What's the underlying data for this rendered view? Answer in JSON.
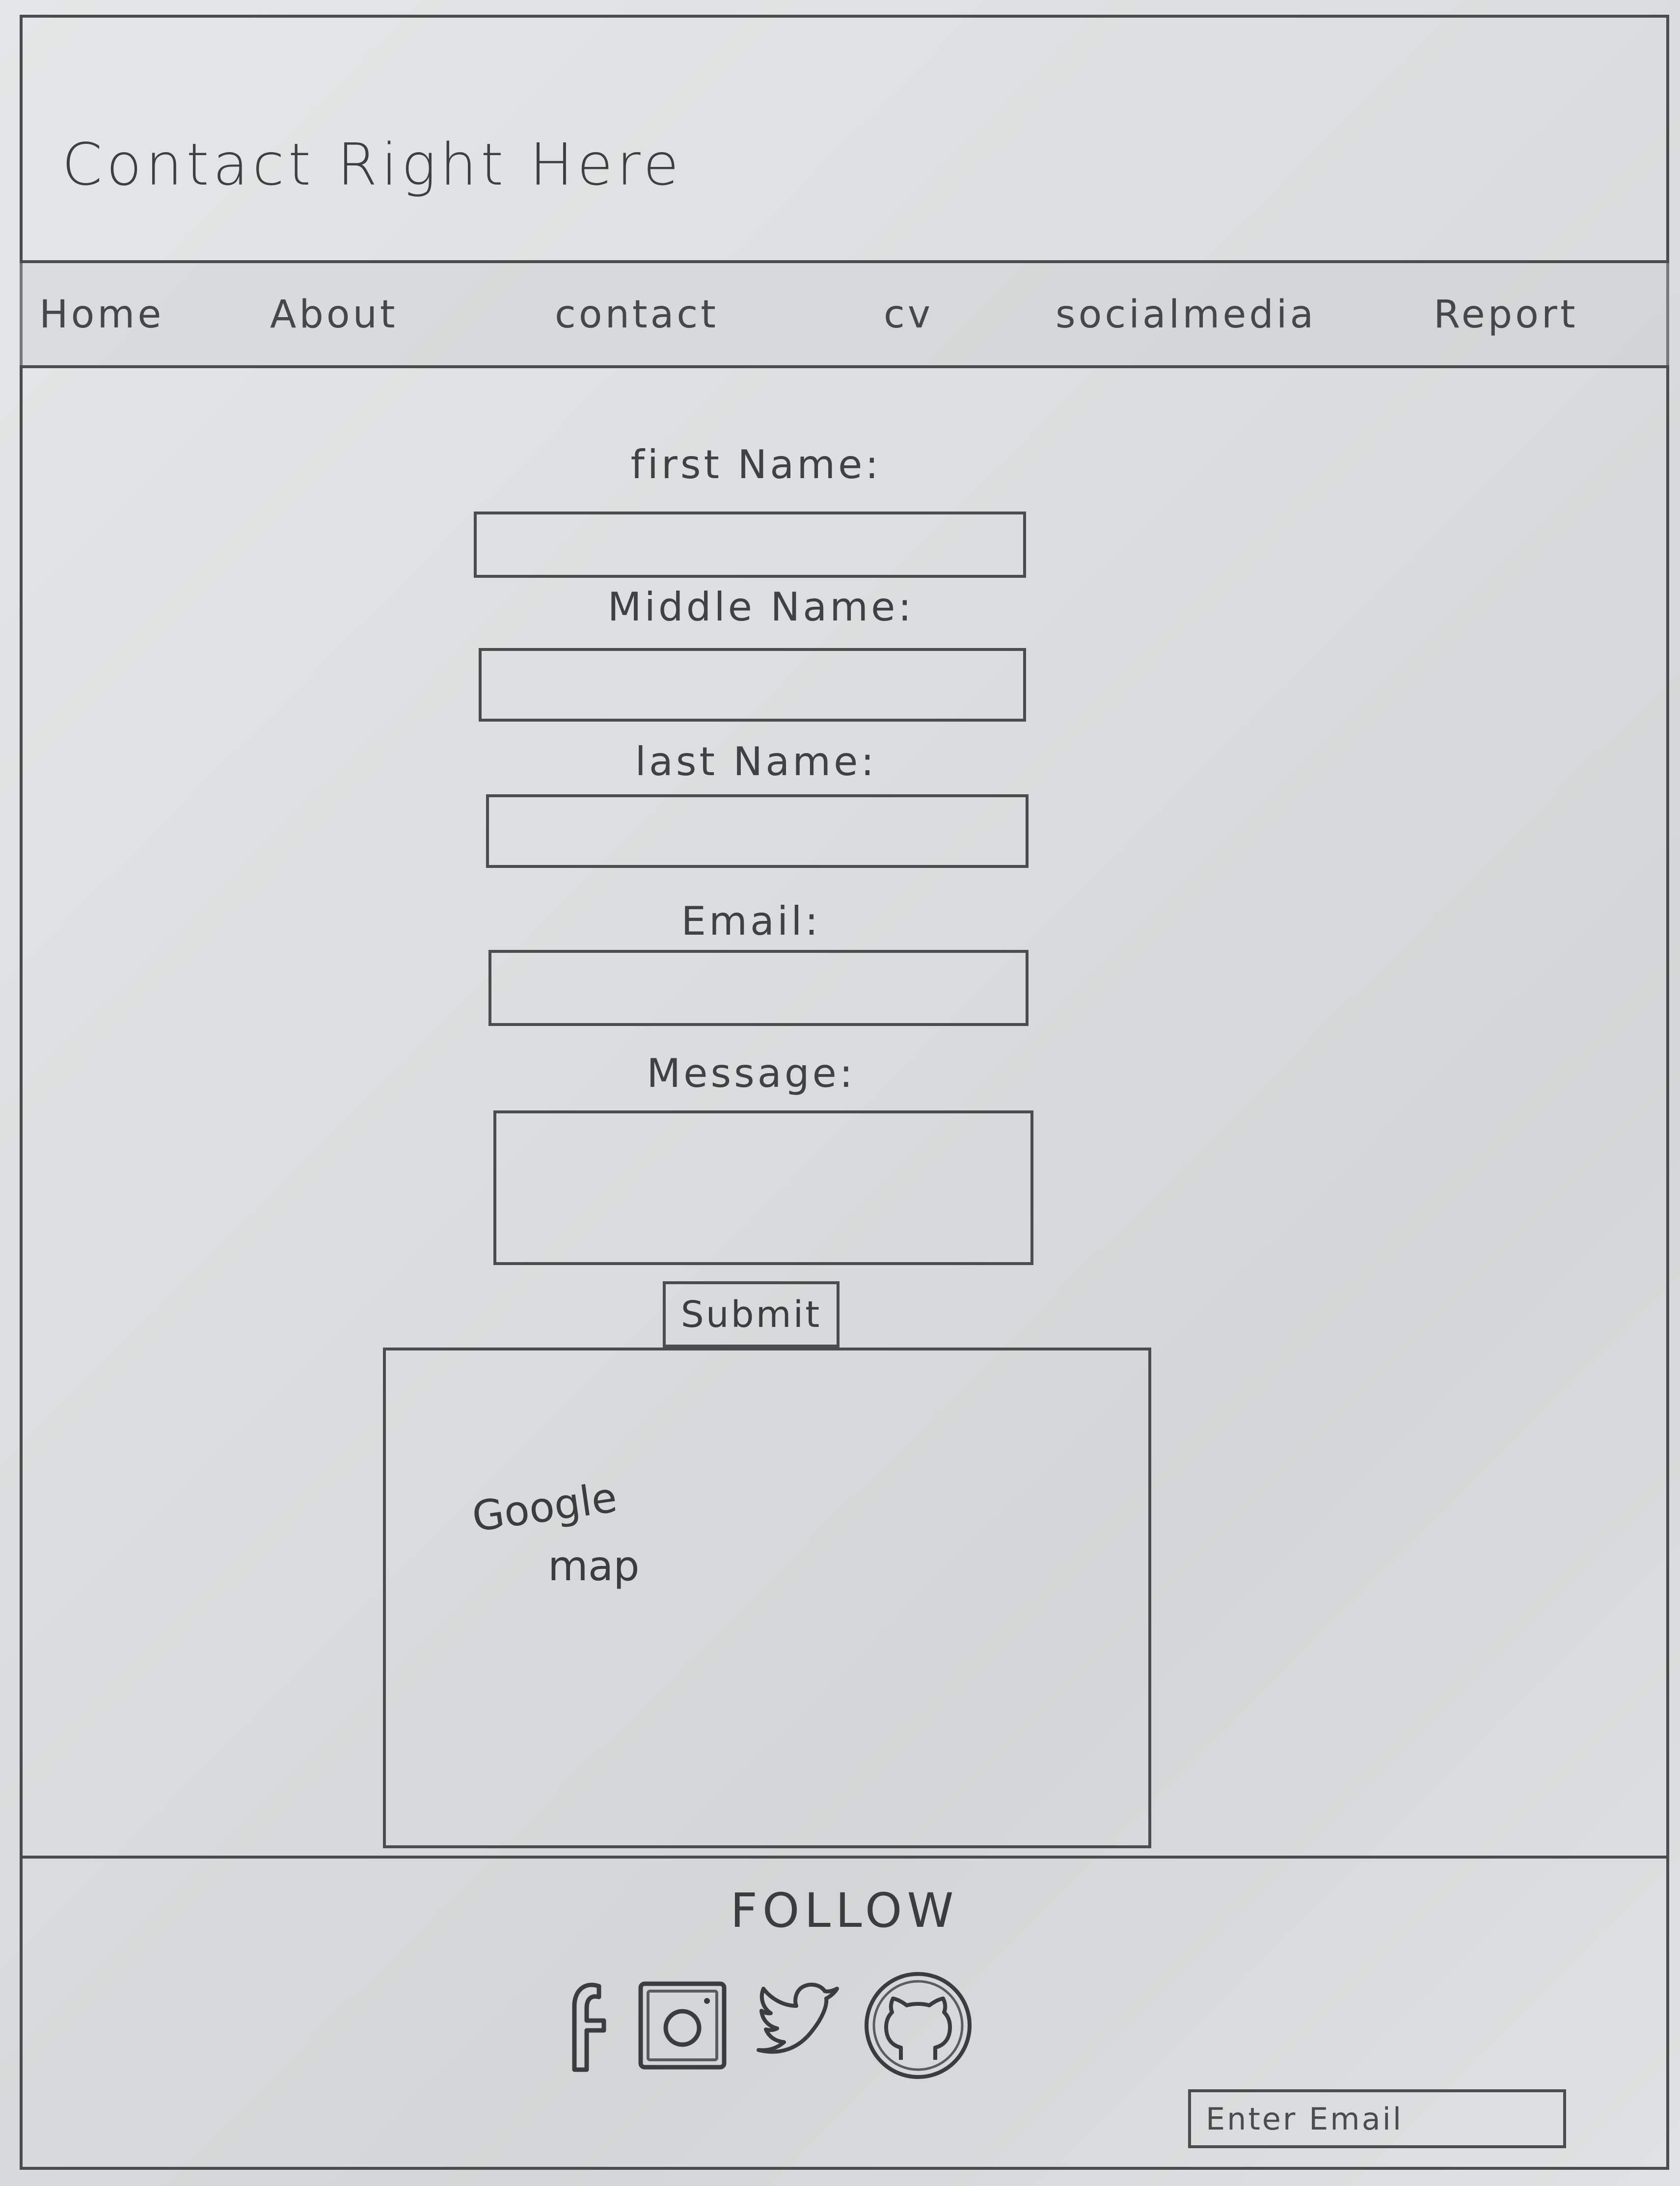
{
  "header": {
    "title": "Contact Right Here"
  },
  "nav": {
    "items": [
      {
        "label": "Home"
      },
      {
        "label": "About"
      },
      {
        "label": "contact"
      },
      {
        "label": "cv"
      },
      {
        "label": "socialmedia"
      },
      {
        "label": "Report"
      }
    ]
  },
  "form": {
    "first_name_label": "first Name:",
    "middle_name_label": "Middle Name:",
    "last_name_label": "last Name:",
    "email_label": "Email:",
    "message_label": "Message:",
    "submit_label": "Submit"
  },
  "map": {
    "label_line1": "Google",
    "label_line2": "map"
  },
  "footer": {
    "follow_title": "FOLLOW",
    "social_icons": [
      "facebook-icon",
      "instagram-icon",
      "twitter-icon",
      "github-icon"
    ],
    "email_placeholder": "Enter Email"
  }
}
